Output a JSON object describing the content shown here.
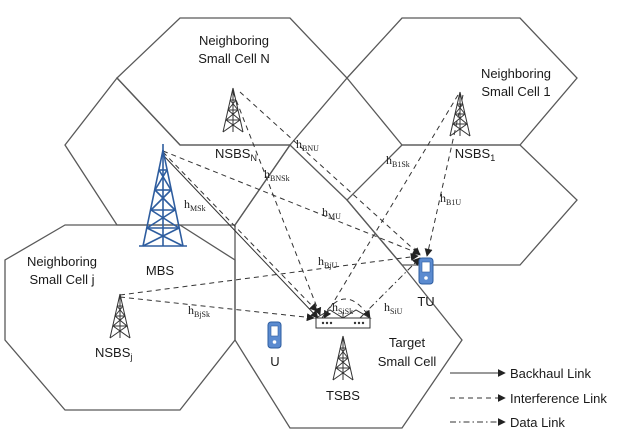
{
  "cells": {
    "neighbor_n": {
      "line1": "Neighboring",
      "line2": "Small Cell N"
    },
    "neighbor_1": {
      "line1": "Neighboring",
      "line2": "Small Cell 1"
    },
    "neighbor_j": {
      "line1": "Neighboring",
      "line2": "Small Cell j"
    },
    "target": {
      "line1": "Target",
      "line2": "Small Cell"
    }
  },
  "nodes": {
    "mbs": "MBS",
    "nsbs_n": {
      "base": "NSBS",
      "sub": "N"
    },
    "nsbs_1": {
      "base": "NSBS",
      "sub": "1"
    },
    "nsbs_j": {
      "base": "NSBS",
      "sub": "j"
    },
    "tsbs": "TSBS",
    "tu": "TU",
    "u": "U"
  },
  "channels": {
    "h_bnu": {
      "base": "h",
      "sub": "BNU"
    },
    "h_bnsk": {
      "base": "h",
      "sub": "BNSk"
    },
    "h_b1sk": {
      "base": "h",
      "sub": "B1Sk"
    },
    "h_b1u": {
      "base": "h",
      "sub": "B1U"
    },
    "h_msk": {
      "base": "h",
      "sub": "MSk"
    },
    "h_mu": {
      "base": "h",
      "sub": "MU"
    },
    "h_bju": {
      "base": "h",
      "sub": "BjU"
    },
    "h_bjsk": {
      "base": "h",
      "sub": "BjSk"
    },
    "h_sisk": {
      "base": "h",
      "sub": "SiSk"
    },
    "h_siu": {
      "base": "h",
      "sub": "SiU"
    }
  },
  "legend": {
    "backhaul": "Backhaul Link",
    "interference": "Interference Link",
    "data": "Data Link"
  },
  "colors": {
    "tower_dark": "#333333",
    "mbs_blue": "#2e5d9f",
    "phone_blue": "#5b8bd0",
    "hex_stroke": "#595959"
  }
}
